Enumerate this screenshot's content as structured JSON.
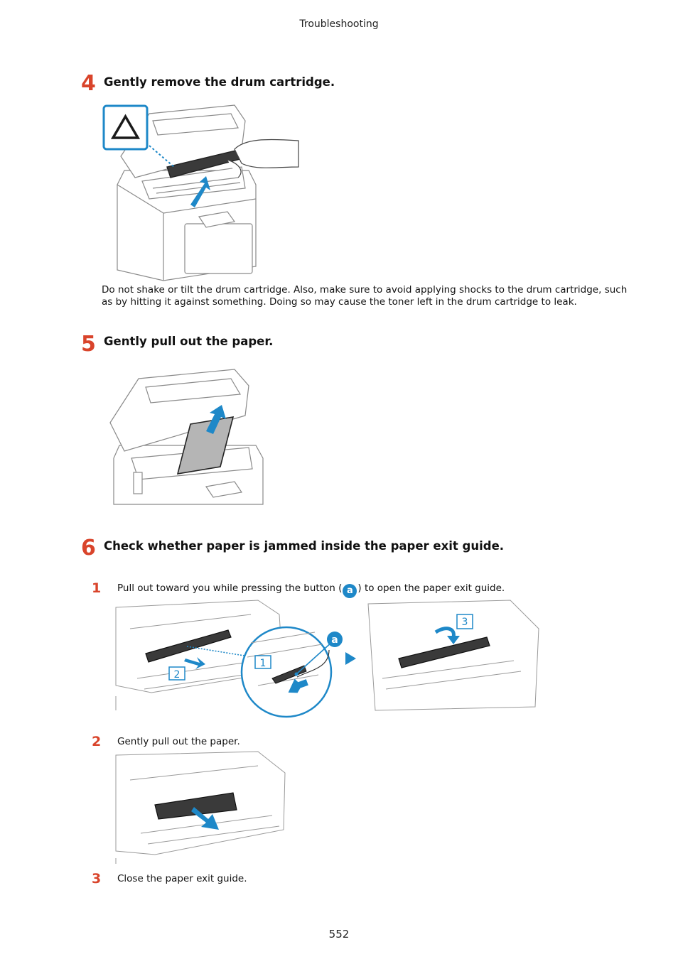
{
  "header": {
    "section": "Troubleshooting"
  },
  "steps": [
    {
      "number": "4",
      "title": "Gently remove the drum cartridge.",
      "note": "Do not shake or tilt the drum cartridge. Also, make sure to avoid applying shocks to the drum cartridge, such as by hitting it against something. Doing so may cause the toner left in the drum cartridge to leak."
    },
    {
      "number": "5",
      "title": "Gently pull out the paper."
    },
    {
      "number": "6",
      "title": "Check whether paper is jammed inside the paper exit guide.",
      "substeps": [
        {
          "number": "1",
          "text_before": "Pull out toward you while pressing the button (",
          "badge": "a",
          "text_after": ") to open the paper exit guide."
        },
        {
          "number": "2",
          "text": "Gently pull out the paper."
        },
        {
          "number": "3",
          "text": "Close the paper exit guide."
        }
      ]
    }
  ],
  "figure_labels": {
    "callout_a": "a",
    "box_1": "1",
    "box_2": "2",
    "box_3": "3"
  },
  "icons": [
    "warning-icon",
    "next-arrow-icon"
  ],
  "colors": {
    "accent_red": "#d9442b",
    "accent_blue": "#1e88c8"
  },
  "footer": {
    "page_number": "552"
  }
}
